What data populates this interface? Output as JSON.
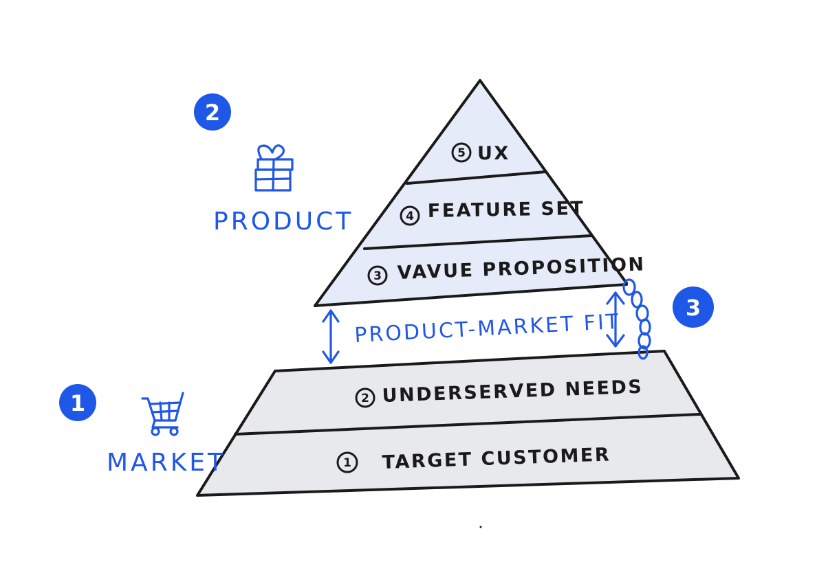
{
  "colors": {
    "ink": "#1a1a1a",
    "accent_blue": "#1f57e6",
    "product_fill": "#e6ebf9",
    "market_fill": "#e8e9ec"
  },
  "badges": [
    {
      "number": "2",
      "section": "Product"
    },
    {
      "number": "1",
      "section": "Market"
    },
    {
      "number": "3",
      "section": "Product-Market Fit"
    }
  ],
  "section_labels": {
    "product": "PRODUCT",
    "market": "MARKET",
    "fit": "PRODUCT-MARKET FIT"
  },
  "icons": {
    "product": "gift-box-icon",
    "market": "shopping-cart-icon",
    "fit": "chain-link-icon"
  },
  "layers": [
    {
      "number": "5",
      "label": "UX"
    },
    {
      "number": "4",
      "label": "FEATURE SET"
    },
    {
      "number": "3",
      "label": "VAVUE PROPOSITION"
    },
    {
      "number": "2",
      "label": "UNDERSERVED NEEDS"
    },
    {
      "number": "1",
      "label": "TARGET CUSTOMER"
    }
  ]
}
